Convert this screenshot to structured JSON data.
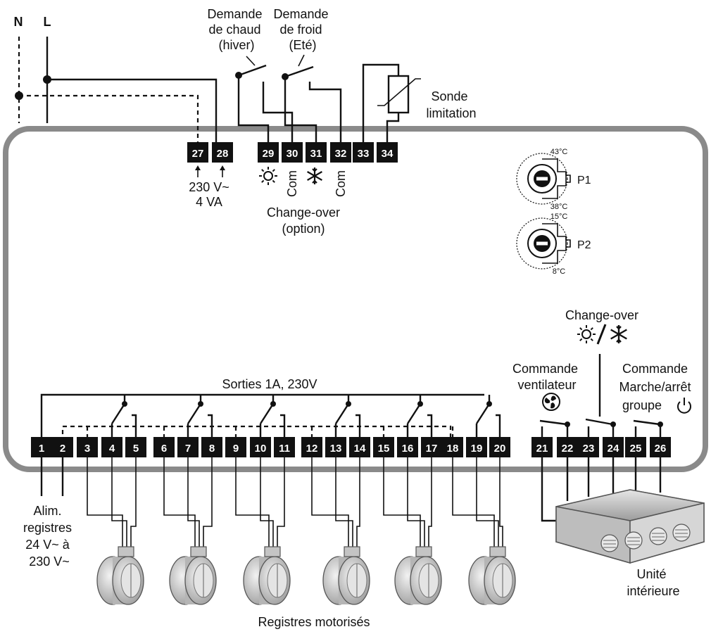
{
  "power": {
    "neutral": "N",
    "line": "L"
  },
  "top_labels": {
    "heat_demand": [
      "Demande",
      "de chaud",
      "(hiver)"
    ],
    "cold_demand": [
      "Demande",
      "de froid",
      "(Eté)"
    ],
    "limit_probe": [
      "Sonde",
      "limitation"
    ]
  },
  "supply": {
    "voltage": "230 V~",
    "power": "4 VA"
  },
  "changeover_option": {
    "com1": "Com",
    "com2": "Com",
    "title": "Change-over",
    "subtitle": "(option)"
  },
  "potentiometers": [
    {
      "name": "P1",
      "max": "43°C",
      "min": "38°C"
    },
    {
      "name": "P2",
      "max": "15°C",
      "min": "8°C"
    }
  ],
  "outputs_label": "Sorties 1A, 230V",
  "commands": {
    "changeover": "Change-over",
    "fan": [
      "Commande",
      "ventilateur"
    ],
    "onoff": [
      "Commande",
      "Marche/arrêt",
      "groupe"
    ]
  },
  "alim_label": [
    "Alim.",
    "registres",
    "24 V~ à",
    "230 V~"
  ],
  "dampers_label": "Registres motorisés",
  "indoor_unit_label": [
    "Unité",
    "intérieure"
  ],
  "top_terminals": [
    "27",
    "28",
    "29",
    "30",
    "31",
    "32",
    "33",
    "34"
  ],
  "bottom_terminals": [
    "1",
    "2",
    "3",
    "4",
    "5",
    "6",
    "7",
    "8",
    "9",
    "10",
    "11",
    "12",
    "13",
    "14",
    "15",
    "16",
    "17",
    "18",
    "19",
    "20",
    "21",
    "22",
    "23",
    "24",
    "25",
    "26"
  ],
  "icons": {
    "sun": "sun-icon",
    "snow": "snowflake-icon",
    "fan": "fan-icon",
    "power": "power-icon"
  }
}
